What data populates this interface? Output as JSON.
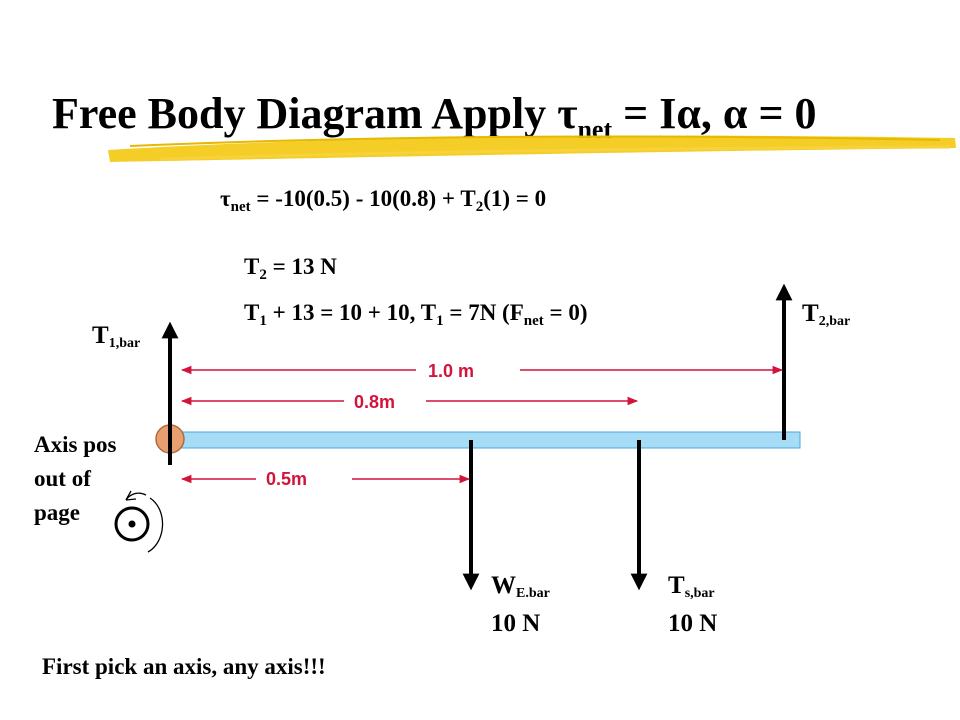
{
  "title": {
    "prefix": "Free Body Diagram  Apply ",
    "tau": "τ",
    "net_sub": "net",
    "mid": " = I",
    "alpha1": "α",
    "comma": ", ",
    "alpha2": "α",
    "end": " = 0"
  },
  "equation_torque": {
    "tau": "τ",
    "net_sub": "net",
    "part1": " = -10(0.5) - 10(0.8) + T",
    "t2_sub": "2",
    "part2": "(1) = 0"
  },
  "equation_t2": {
    "t": "T",
    "sub": "2",
    "rest": " = 13 N"
  },
  "equation_t1": {
    "t1": "T",
    "sub1": "1",
    "mid": " + 13 = 10 + 10, T",
    "sub2": "1",
    "mid2": " = 7N (F",
    "net_sub": "net",
    "end": " = 0)"
  },
  "forces": {
    "t1_bar": {
      "main": "T",
      "sub": "1,bar"
    },
    "t2_bar": {
      "main": "T",
      "sub": "2,bar"
    },
    "w_e_bar": {
      "main": "W",
      "sub": "E.bar",
      "value": "10 N"
    },
    "t_s_bar": {
      "main": "T",
      "sub": "s,bar",
      "value": "10 N"
    }
  },
  "dimensions": {
    "d1": "1.0 m",
    "d2": "0.8m",
    "d3": "0.5m"
  },
  "axis_note": {
    "line1": "Axis pos",
    "line2": "out of",
    "line3": "page"
  },
  "footer": "First pick an axis, any axis!!!",
  "colors": {
    "beam_fill": "#a6dcf5",
    "pivot_fill": "#e8a070",
    "dimension": "#d2143c",
    "highlight": "#f2c400"
  }
}
